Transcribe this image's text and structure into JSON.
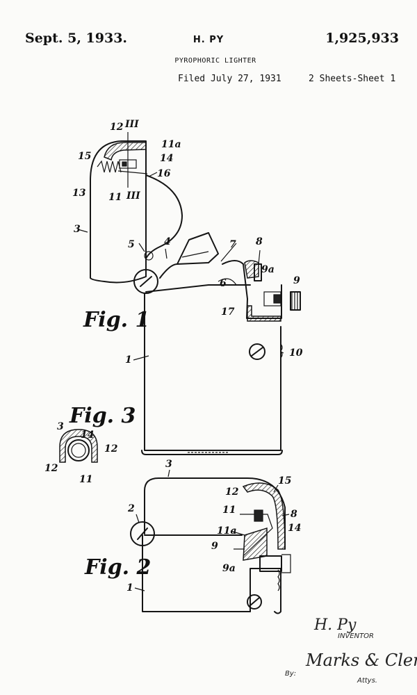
{
  "header": {
    "date": "Sept. 5, 1933.",
    "inventor": "H. PY",
    "patent_number": "1,925,933",
    "title": "PYROPHORIC LIGHTER",
    "filed": "Filed July 27, 1931",
    "sheets": "2 Sheets-Sheet 1"
  },
  "figures": {
    "fig1": "Fig. 1",
    "fig2": "Fig. 2",
    "fig3": "Fig. 3"
  },
  "fig1_refs": [
    "12",
    "III",
    "11a",
    "14",
    "15",
    "16",
    "13",
    "11",
    "III",
    "3",
    "5",
    "4",
    "7",
    "8",
    "9a",
    "9",
    "6",
    "17",
    "1",
    "10"
  ],
  "fig3_refs": [
    "3",
    "14",
    "12",
    "12",
    "11"
  ],
  "fig2_refs": [
    "3",
    "15",
    "12",
    "11",
    "8",
    "11a",
    "14",
    "2",
    "9",
    "9a",
    "1"
  ],
  "signature": {
    "inventor_name": "H. Py",
    "inventor_caption": "INVENTOR",
    "attorney_prefix": "By:",
    "attorney_name": "Marks & Clerk",
    "attorney_suffix": "Attys."
  }
}
